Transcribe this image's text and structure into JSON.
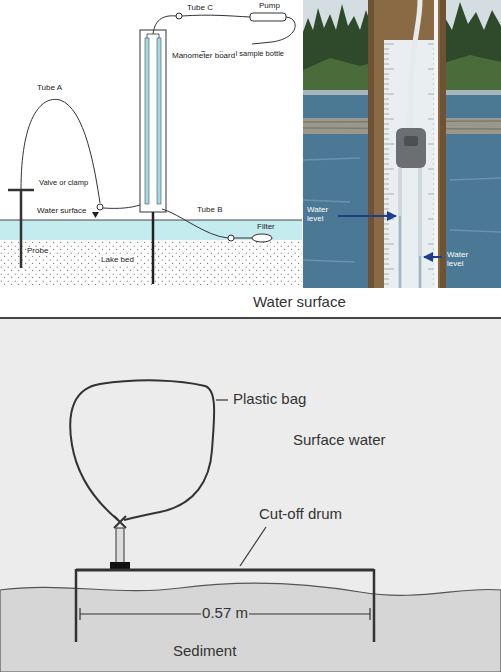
{
  "diagram": {
    "labels": [
      "Tube C",
      "Pump",
      "To optional sample bottle",
      "Manometer board",
      "Tube A",
      "Probe",
      "Valve or clamp",
      "Water surface",
      "Lake bed",
      "Tube B",
      "Filter",
      "Water level",
      "Water level",
      "Water surface",
      "Plastic bag",
      "Surface water",
      "Cut-off drum",
      "0.57 m",
      "Sediment"
    ]
  }
}
